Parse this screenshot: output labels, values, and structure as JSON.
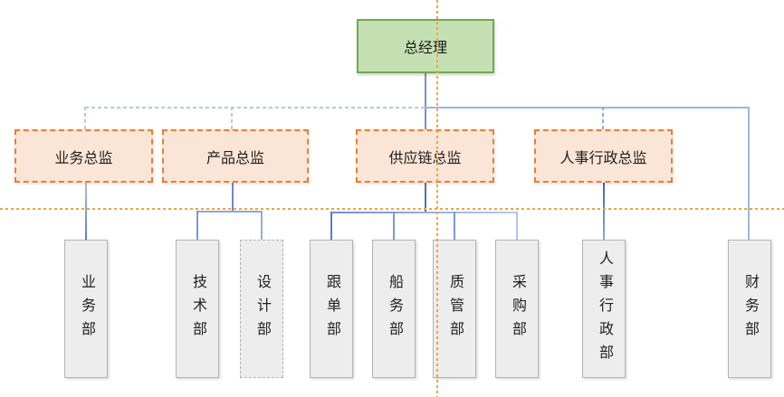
{
  "org": {
    "root": {
      "label": "总经理"
    },
    "directors": [
      {
        "label": "业务总监"
      },
      {
        "label": "产品总监"
      },
      {
        "label": "供应链总监"
      },
      {
        "label": "人事行政总监"
      }
    ],
    "departments": [
      {
        "label": "业务部",
        "parent": "业务总监",
        "border_style": "solid"
      },
      {
        "label": "技术部",
        "parent": "产品总监",
        "border_style": "solid"
      },
      {
        "label": "设计部",
        "parent": "产品总监",
        "border_style": "dashed"
      },
      {
        "label": "跟单部",
        "parent": "供应链总监",
        "border_style": "solid"
      },
      {
        "label": "船务部",
        "parent": "供应链总监",
        "border_style": "solid"
      },
      {
        "label": "质管部",
        "parent": "供应链总监",
        "border_style": "solid"
      },
      {
        "label": "采购部",
        "parent": "供应链总监",
        "border_style": "solid"
      },
      {
        "label": "人事行政部",
        "parent": "人事行政总监",
        "border_style": "solid"
      },
      {
        "label": "财务部",
        "parent": "总经理",
        "border_style": "solid"
      }
    ],
    "colors": {
      "root_fill": "#c5e0b3",
      "root_border": "#70a94e",
      "director_fill": "#fbe5d6",
      "director_border": "#ed7d31",
      "dept_fill": "#ededed",
      "dept_border": "#b3b3b3",
      "connector_solid": "#7c9ad3",
      "connector_dashed": "#b4c7e7",
      "connector_dark": "#4b70bc",
      "connector_light": "#b3c4e7",
      "alignment_guide": "#f2a43c"
    }
  }
}
